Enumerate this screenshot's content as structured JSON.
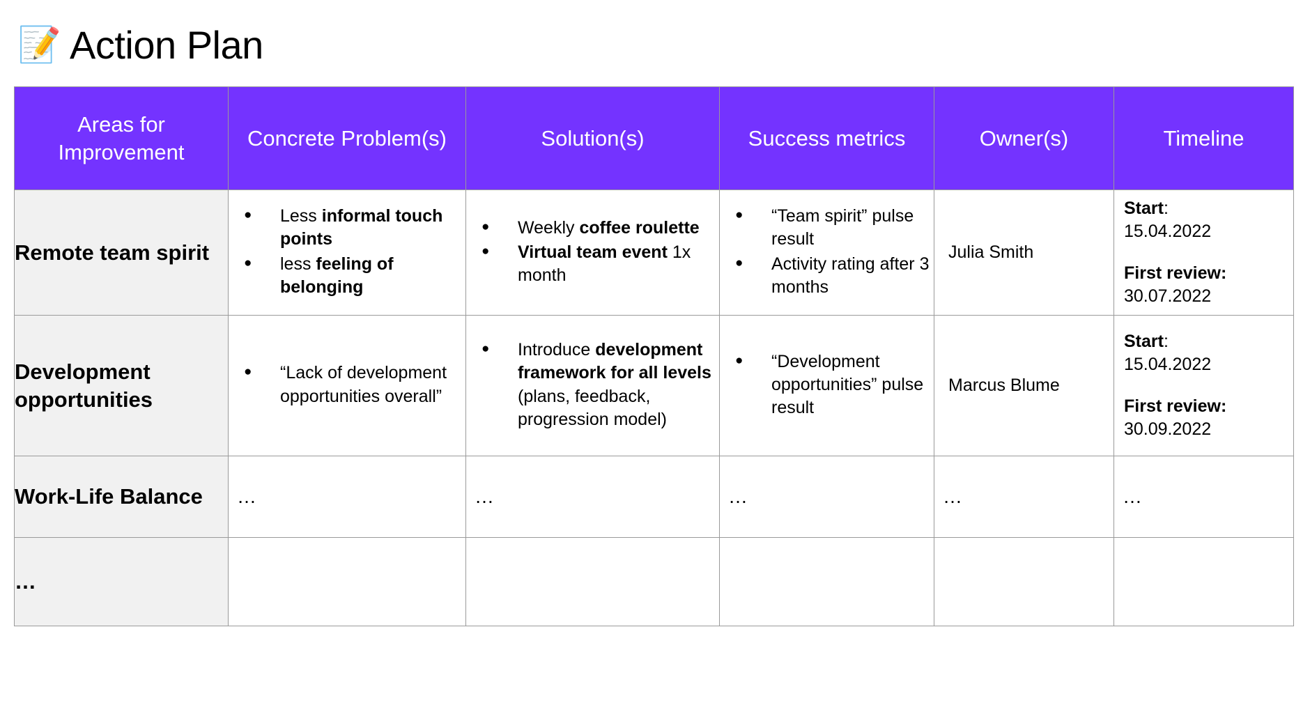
{
  "title": {
    "emoji": "📝",
    "emoji_name": "memo-icon",
    "text": "Action Plan"
  },
  "theme": {
    "header_bg": "#7433FF",
    "header_text": "#FFFFFF",
    "first_col_bg": "#F1F1F1",
    "border": "#9A9A9A",
    "body_text": "#000000"
  },
  "table": {
    "headers": [
      "Areas for Improvement",
      "Concrete Problem(s)",
      "Solution(s)",
      "Success metrics",
      "Owner(s)",
      "Timeline"
    ],
    "rows": [
      {
        "area": "Remote team spirit",
        "problems": [
          {
            "pre": "Less ",
            "bold": "informal touch points",
            "post": ""
          },
          {
            "pre": "less ",
            "bold": "feeling of belonging",
            "post": ""
          }
        ],
        "solutions": [
          {
            "pre": "Weekly ",
            "bold": "coffee roulette",
            "post": ""
          },
          {
            "pre": "",
            "bold": "Virtual team event",
            "post": " 1x month"
          }
        ],
        "metrics": [
          {
            "pre": "“Team spirit” pulse result",
            "bold": "",
            "post": ""
          },
          {
            "pre": "Activity rating after 3 months",
            "bold": "",
            "post": ""
          }
        ],
        "owner": "Julia Smith",
        "timeline": {
          "start_label": "Start",
          "start_sep": ":",
          "start_date": "15.04.2022",
          "review_label": "First review:",
          "review_date": "30.07.2022"
        }
      },
      {
        "area": "Development opportunities",
        "problems": [
          {
            "pre": "“Lack of development opportunities overall”",
            "bold": "",
            "post": ""
          }
        ],
        "solutions": [
          {
            "pre": "Introduce ",
            "bold": "development framework for all levels",
            "post": " (plans, feedback, progression model)"
          }
        ],
        "metrics": [
          {
            "pre": "“Development opportunities” pulse result",
            "bold": "",
            "post": ""
          }
        ],
        "owner": "Marcus Blume",
        "timeline": {
          "start_label": "Start",
          "start_sep": ":",
          "start_date": "15.04.2022",
          "review_label": "First review:",
          "review_date": "30.09.2022"
        }
      },
      {
        "area": "Work-Life Balance",
        "problems_text": "…",
        "solutions_text": "…",
        "metrics_text": "…",
        "owner": "…",
        "timeline_text": "…"
      },
      {
        "area": "…",
        "problems_text": "",
        "solutions_text": "",
        "metrics_text": "",
        "owner": "",
        "timeline_text": ""
      }
    ]
  }
}
